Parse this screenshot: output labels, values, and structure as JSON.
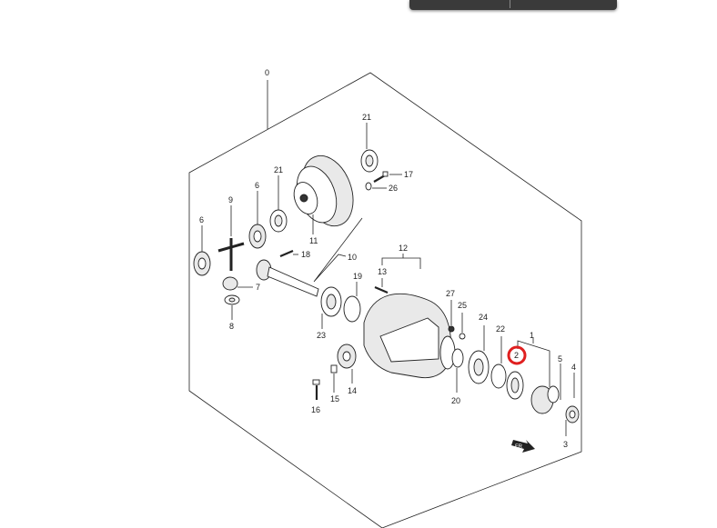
{
  "toolbar": {
    "left_label": "",
    "right_label": ""
  },
  "highlight_color": "#e02020",
  "callouts": {
    "c0": "0",
    "c1": "1",
    "c2": "2",
    "c3": "3",
    "c4": "4",
    "c5": "5",
    "c6a": "6",
    "c6b": "6",
    "c7": "7",
    "c8": "8",
    "c9": "9",
    "c10": "10",
    "c11": "11",
    "c12": "12",
    "c13": "13",
    "c14": "14",
    "c15": "15",
    "c16": "16",
    "c17": "17",
    "c18": "18",
    "c19": "19",
    "c20": "20",
    "c21a": "21",
    "c21b": "21",
    "c22": "22",
    "c23": "23",
    "c24": "24",
    "c25": "25",
    "c26": "26",
    "c27": "27"
  },
  "direction_badge": "FR"
}
